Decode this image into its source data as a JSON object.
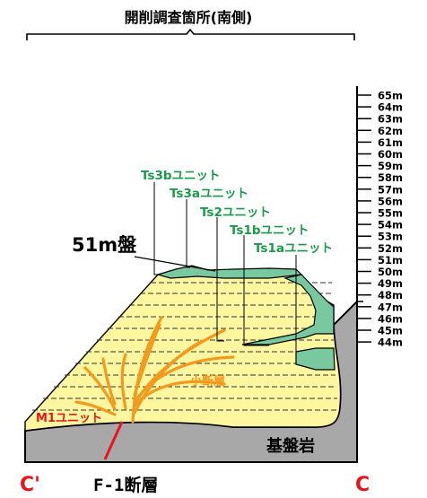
{
  "title": "開削調査箇所(南側)",
  "label_51m_platform": "51m盤",
  "scale_labels": [
    "65m",
    "64m",
    "63m",
    "62m",
    "61m",
    "60m",
    "59m",
    "58m",
    "57m",
    "56m",
    "55m",
    "54m",
    "53m",
    "52m",
    "51m",
    "50m",
    "49m",
    "48m",
    "47m",
    "46m",
    "45m",
    "44m"
  ],
  "units": [
    "Ts3bユニット",
    "Ts3aユニット",
    "Ts2ユニット",
    "Ts1bユニット",
    "Ts1aユニット"
  ],
  "label_small_fault": "小断層",
  "label_m1_unit": "M1ユニット",
  "label_bedrock": "基盤岩",
  "label_f1_fault": "F-1断層",
  "label_left_end": "C'",
  "label_right_end": "C",
  "colors": {
    "green_text": "#1a9a4a",
    "orange": "#f39a1e",
    "red": "#e8141c",
    "yellow_fill": "#fff7a0",
    "green_fill": "#79c9a0",
    "gray_fill": "#a8a8a8"
  }
}
